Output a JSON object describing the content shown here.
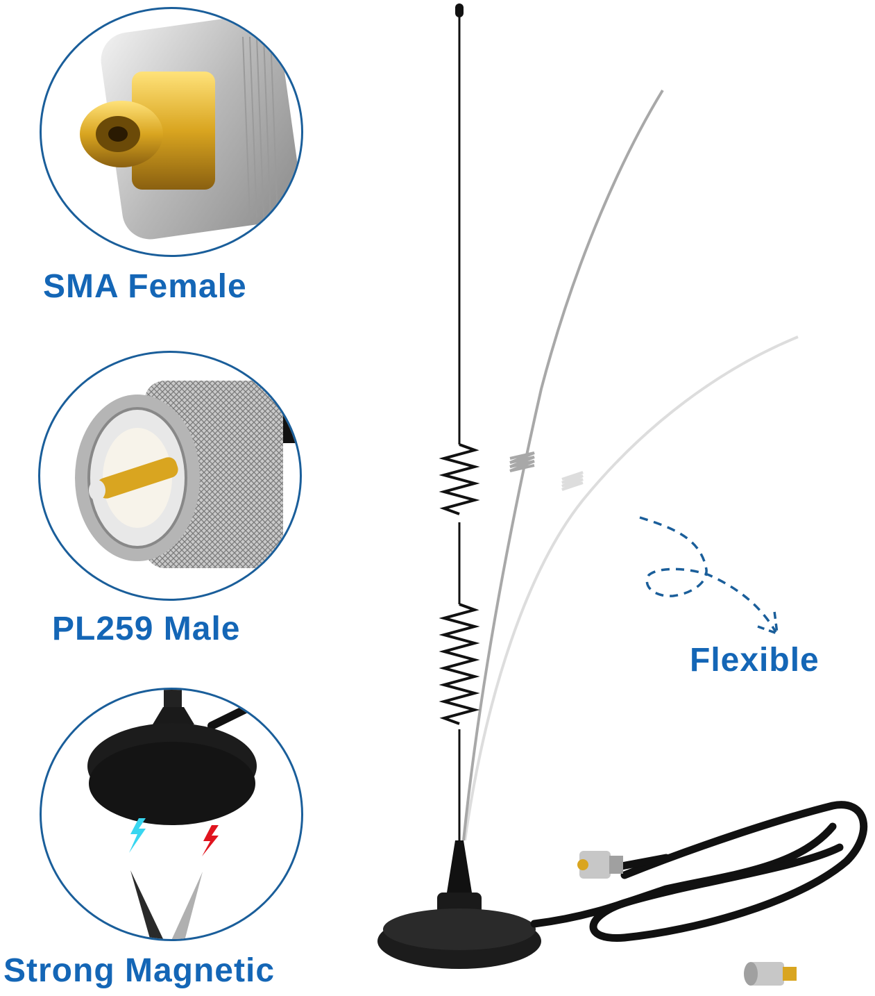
{
  "features": [
    {
      "id": "sma",
      "label": "SMA Female",
      "icon": "sma-connector-icon"
    },
    {
      "id": "pl259",
      "label": "PL259 Male",
      "icon": "pl259-connector-icon"
    },
    {
      "id": "magnetic",
      "label": "Strong Magnetic",
      "icon": "magnetic-base-icon"
    },
    {
      "id": "flexible",
      "label": "Flexible",
      "icon": "dashed-arrow-icon"
    }
  ],
  "colors": {
    "accent": "#1466b6",
    "circle_border": "#1a5e9a",
    "gold": "#d9a520",
    "silver": "#c8c8c8",
    "antenna": "#111111",
    "cyan_spark": "#38d6f0",
    "red_spark": "#e0141e"
  }
}
